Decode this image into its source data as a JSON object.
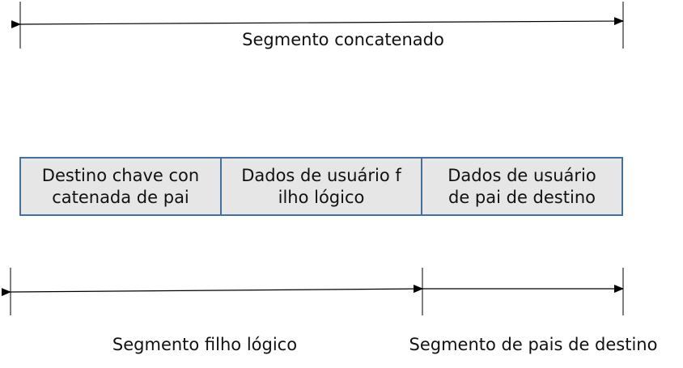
{
  "diagram": {
    "top_span_label": "Segmento concatenado",
    "boxes": [
      {
        "text": "Destino chave con\ncatenada de pai"
      },
      {
        "text": "Dados de usuário f\nilho lógico"
      },
      {
        "text": "Dados de usuário \nde pai de destino"
      }
    ],
    "bottom_span_labels": {
      "child": "Segmento filho lógico",
      "parent": "Segmento de pais de destino"
    },
    "colors": {
      "box_fill": "#e6e6e6",
      "box_border": "#41719c",
      "arrow": "#000000"
    }
  }
}
